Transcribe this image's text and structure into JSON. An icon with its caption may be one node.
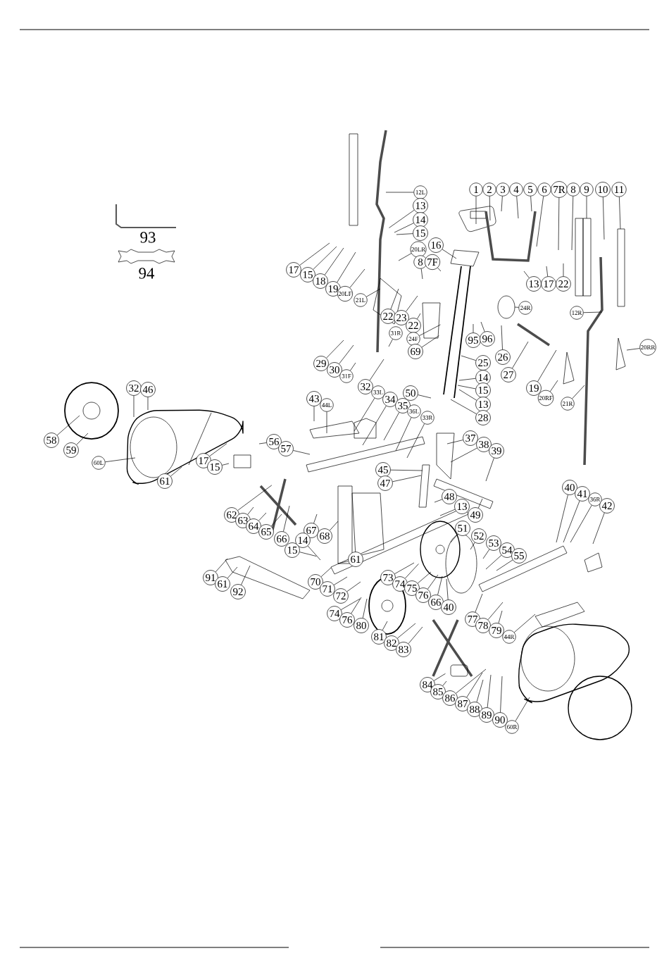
{
  "diagram": {
    "nodes": [
      {
        "text": [
          "12L"
        ]
      },
      {
        "text": [
          "1"
        ]
      },
      {
        "text": [
          "2"
        ]
      },
      {
        "text": [
          "3"
        ]
      },
      {
        "text": [
          "4"
        ]
      },
      {
        "text": [
          "5"
        ]
      },
      {
        "text": [
          "6"
        ]
      },
      {
        "text": [
          "7R"
        ]
      },
      {
        "text": [
          "8"
        ]
      },
      {
        "text": [
          "9"
        ]
      },
      {
        "text": [
          "10"
        ]
      },
      {
        "text": [
          "11"
        ]
      },
      {
        "text": [
          "13"
        ]
      },
      {
        "text": [
          "14"
        ]
      },
      {
        "text": [
          "15"
        ]
      },
      {
        "text": [
          "16"
        ]
      },
      {
        "text": [
          "20LR"
        ]
      },
      {
        "text": [
          "8"
        ]
      },
      {
        "text": [
          "7F"
        ]
      },
      {
        "text": [
          "17"
        ]
      },
      {
        "text": [
          "15"
        ]
      },
      {
        "text": [
          "18"
        ]
      },
      {
        "text": [
          "19"
        ]
      },
      {
        "text": [
          "20LF"
        ]
      },
      {
        "text": [
          "21L"
        ]
      },
      {
        "text": [
          "13"
        ]
      },
      {
        "text": [
          "17"
        ]
      },
      {
        "text": [
          "22"
        ]
      },
      {
        "text": [
          "24R"
        ]
      },
      {
        "text": [
          "12R"
        ]
      },
      {
        "text": [
          "22"
        ]
      },
      {
        "text": [
          "23"
        ]
      },
      {
        "text": [
          "22"
        ]
      },
      {
        "text": [
          "31R"
        ]
      },
      {
        "text": [
          "24F"
        ]
      },
      {
        "text": [
          "69"
        ]
      },
      {
        "text": [
          "95"
        ]
      },
      {
        "text": [
          "96"
        ]
      },
      {
        "text": [
          "20RR"
        ]
      },
      {
        "text": [
          "26"
        ]
      },
      {
        "text": [
          "25"
        ]
      },
      {
        "text": [
          "29"
        ]
      },
      {
        "text": [
          "30"
        ]
      },
      {
        "text": [
          "27"
        ]
      },
      {
        "text": [
          "31F"
        ]
      },
      {
        "text": [
          "14"
        ]
      },
      {
        "text": [
          "32"
        ]
      },
      {
        "text": [
          "32"
        ]
      },
      {
        "text": [
          "46"
        ]
      },
      {
        "text": [
          "15"
        ]
      },
      {
        "text": [
          "19"
        ]
      },
      {
        "text": [
          "50"
        ]
      },
      {
        "text": [
          "20RF"
        ]
      },
      {
        "text": [
          "43"
        ]
      },
      {
        "text": [
          "21R"
        ]
      },
      {
        "text": [
          "13"
        ]
      },
      {
        "text": [
          "44L"
        ]
      },
      {
        "text": [
          "33L"
        ]
      },
      {
        "text": [
          "34"
        ]
      },
      {
        "text": [
          "35"
        ]
      },
      {
        "text": [
          "36L"
        ]
      },
      {
        "text": [
          "33R"
        ]
      },
      {
        "text": [
          "28"
        ]
      },
      {
        "text": [
          "58"
        ]
      },
      {
        "text": [
          "37"
        ]
      },
      {
        "text": [
          "56"
        ]
      },
      {
        "text": [
          "38"
        ]
      },
      {
        "text": [
          "57"
        ]
      },
      {
        "text": [
          "59"
        ]
      },
      {
        "text": [
          "39"
        ]
      },
      {
        "text": [
          "17"
        ]
      },
      {
        "text": [
          "60L"
        ]
      },
      {
        "text": [
          "15"
        ]
      },
      {
        "text": [
          "45"
        ]
      },
      {
        "text": [
          "61"
        ]
      },
      {
        "text": [
          "47"
        ]
      },
      {
        "text": [
          "40"
        ]
      },
      {
        "text": [
          "41"
        ]
      },
      {
        "text": [
          "48"
        ]
      },
      {
        "text": [
          "36R"
        ]
      },
      {
        "text": [
          "42"
        ]
      },
      {
        "text": [
          "13"
        ]
      },
      {
        "text": [
          "62"
        ]
      },
      {
        "text": [
          "49"
        ]
      },
      {
        "text": [
          "63"
        ]
      },
      {
        "text": [
          "64"
        ]
      },
      {
        "text": [
          "51"
        ]
      },
      {
        "text": [
          "67"
        ]
      },
      {
        "text": [
          "65"
        ]
      },
      {
        "text": [
          "52"
        ]
      },
      {
        "text": [
          "68"
        ]
      },
      {
        "text": [
          "66"
        ]
      },
      {
        "text": [
          "14"
        ]
      },
      {
        "text": [
          "53"
        ]
      },
      {
        "text": [
          "15"
        ]
      },
      {
        "text": [
          "54"
        ]
      },
      {
        "text": [
          "55"
        ]
      },
      {
        "text": [
          "61"
        ]
      },
      {
        "text": [
          "73"
        ]
      },
      {
        "text": [
          "91"
        ]
      },
      {
        "text": [
          "70"
        ]
      },
      {
        "text": [
          "61"
        ]
      },
      {
        "text": [
          "74"
        ]
      },
      {
        "text": [
          "75"
        ]
      },
      {
        "text": [
          "71"
        ]
      },
      {
        "text": [
          "92"
        ]
      },
      {
        "text": [
          "76"
        ]
      },
      {
        "text": [
          "72"
        ]
      },
      {
        "text": [
          "66"
        ]
      },
      {
        "text": [
          "40"
        ]
      },
      {
        "text": [
          "74"
        ]
      },
      {
        "text": [
          "77"
        ]
      },
      {
        "text": [
          "76"
        ]
      },
      {
        "text": [
          "78"
        ]
      },
      {
        "text": [
          "80"
        ]
      },
      {
        "text": [
          "79"
        ]
      },
      {
        "text": [
          "81"
        ]
      },
      {
        "text": [
          "44R"
        ]
      },
      {
        "text": [
          "82"
        ]
      },
      {
        "text": [
          "83"
        ]
      },
      {
        "text": [
          "84"
        ]
      },
      {
        "text": [
          "85"
        ]
      },
      {
        "text": [
          "86"
        ]
      },
      {
        "text": [
          "87"
        ]
      },
      {
        "text": [
          "88"
        ]
      },
      {
        "text": [
          "89"
        ]
      },
      {
        "text": [
          "90"
        ]
      },
      {
        "text": [
          "60R"
        ]
      }
    ],
    "edges": [
      {
        "from": 0,
        "to": null,
        "arrow": "none"
      },
      {
        "from": 1,
        "to": null,
        "arrow": "none"
      },
      {
        "from": 2,
        "to": null,
        "arrow": "none"
      },
      {
        "from": 3,
        "to": null,
        "arrow": "none"
      },
      {
        "from": 4,
        "to": null,
        "arrow": "none"
      },
      {
        "from": 5,
        "to": null,
        "arrow": "none"
      },
      {
        "from": 6,
        "to": null,
        "arrow": "none"
      },
      {
        "from": 7,
        "to": null,
        "arrow": "none"
      },
      {
        "from": 8,
        "to": null,
        "arrow": "none"
      },
      {
        "from": 9,
        "to": null,
        "arrow": "none"
      },
      {
        "from": 10,
        "to": null,
        "arrow": "none"
      },
      {
        "from": 11,
        "to": null,
        "arrow": "none"
      },
      {
        "from": 12,
        "to": null,
        "arrow": "none"
      },
      {
        "from": 13,
        "to": null,
        "arrow": "none"
      },
      {
        "from": 14,
        "to": null,
        "arrow": "none"
      },
      {
        "from": 15,
        "to": null,
        "arrow": "none"
      },
      {
        "from": 16,
        "to": null,
        "arrow": "none"
      },
      {
        "from": 17,
        "to": null,
        "arrow": "none"
      },
      {
        "from": 18,
        "to": null,
        "arrow": "none"
      },
      {
        "from": 19,
        "to": null,
        "arrow": "none"
      },
      {
        "from": 20,
        "to": null,
        "arrow": "none"
      },
      {
        "from": 21,
        "to": null,
        "arrow": "none"
      },
      {
        "from": 22,
        "to": null,
        "arrow": "none"
      },
      {
        "from": 23,
        "to": null,
        "arrow": "none"
      },
      {
        "from": 24,
        "to": null,
        "arrow": "none"
      },
      {
        "from": 25,
        "to": null,
        "arrow": "none"
      },
      {
        "from": 26,
        "to": null,
        "arrow": "none"
      },
      {
        "from": 27,
        "to": null,
        "arrow": "none"
      },
      {
        "from": 28,
        "to": null,
        "arrow": "none"
      },
      {
        "from": 29,
        "to": null,
        "arrow": "none"
      },
      {
        "from": 30,
        "to": null,
        "arrow": "none"
      },
      {
        "from": 31,
        "to": null,
        "arrow": "none"
      },
      {
        "from": 32,
        "to": null,
        "arrow": "none"
      },
      {
        "from": 33,
        "to": null,
        "arrow": "none"
      },
      {
        "from": 34,
        "to": null,
        "arrow": "none"
      },
      {
        "from": 35,
        "to": null,
        "arrow": "none"
      },
      {
        "from": 36,
        "to": null,
        "arrow": "none"
      },
      {
        "from": 37,
        "to": null,
        "arrow": "none"
      },
      {
        "from": 38,
        "to": null,
        "arrow": "none"
      },
      {
        "from": 39,
        "to": null,
        "arrow": "none"
      },
      {
        "from": 40,
        "to": null,
        "arrow": "none"
      },
      {
        "from": 41,
        "to": null,
        "arrow": "none"
      },
      {
        "from": 42,
        "to": null,
        "arrow": "none"
      },
      {
        "from": 43,
        "to": null,
        "arrow": "none"
      },
      {
        "from": 44,
        "to": null,
        "arrow": "none"
      },
      {
        "from": 45,
        "to": null,
        "arrow": "none"
      },
      {
        "from": 46,
        "to": null,
        "arrow": "none"
      },
      {
        "from": 47,
        "to": null,
        "arrow": "none"
      },
      {
        "from": 48,
        "to": null,
        "arrow": "none"
      },
      {
        "from": 49,
        "to": null,
        "arrow": "none"
      },
      {
        "from": 50,
        "to": null,
        "arrow": "none"
      },
      {
        "from": 51,
        "to": null,
        "arrow": "none"
      },
      {
        "from": 52,
        "to": null,
        "arrow": "none"
      },
      {
        "from": 53,
        "to": null,
        "arrow": "none"
      },
      {
        "from": 54,
        "to": null,
        "arrow": "none"
      },
      {
        "from": 55,
        "to": null,
        "arrow": "none"
      },
      {
        "from": 56,
        "to": null,
        "arrow": "none"
      },
      {
        "from": 57,
        "to": null,
        "arrow": "none"
      },
      {
        "from": 58,
        "to": null,
        "arrow": "none"
      },
      {
        "from": 59,
        "to": null,
        "arrow": "none"
      },
      {
        "from": 60,
        "to": null,
        "arrow": "none"
      },
      {
        "from": 61,
        "to": null,
        "arrow": "none"
      },
      {
        "from": 62,
        "to": null,
        "arrow": "none"
      },
      {
        "from": 63,
        "to": null,
        "arrow": "none"
      },
      {
        "from": 64,
        "to": null,
        "arrow": "none"
      },
      {
        "from": 65,
        "to": null,
        "arrow": "none"
      },
      {
        "from": 66,
        "to": null,
        "arrow": "none"
      },
      {
        "from": 67,
        "to": null,
        "arrow": "none"
      },
      {
        "from": 68,
        "to": null,
        "arrow": "none"
      },
      {
        "from": 69,
        "to": null,
        "arrow": "none"
      },
      {
        "from": 70,
        "to": null,
        "arrow": "none"
      },
      {
        "from": 71,
        "to": null,
        "arrow": "none"
      },
      {
        "from": 72,
        "to": null,
        "arrow": "none"
      },
      {
        "from": 73,
        "to": null,
        "arrow": "none"
      },
      {
        "from": 74,
        "to": null,
        "arrow": "none"
      },
      {
        "from": 75,
        "to": null,
        "arrow": "none"
      },
      {
        "from": 76,
        "to": null,
        "arrow": "none"
      },
      {
        "from": 77,
        "to": null,
        "arrow": "none"
      },
      {
        "from": 78,
        "to": null,
        "arrow": "none"
      },
      {
        "from": 79,
        "to": null,
        "arrow": "none"
      },
      {
        "from": 80,
        "to": null,
        "arrow": "none"
      },
      {
        "from": 81,
        "to": null,
        "arrow": "none"
      },
      {
        "from": 82,
        "to": null,
        "arrow": "none"
      },
      {
        "from": 83,
        "to": null,
        "arrow": "none"
      },
      {
        "from": 84,
        "to": null,
        "arrow": "none"
      },
      {
        "from": 85,
        "to": null,
        "arrow": "none"
      },
      {
        "from": 86,
        "to": null,
        "arrow": "none"
      },
      {
        "from": 87,
        "to": null,
        "arrow": "none"
      },
      {
        "from": 88,
        "to": null,
        "arrow": "none"
      },
      {
        "from": 89,
        "to": null,
        "arrow": "none"
      },
      {
        "from": 90,
        "to": null,
        "arrow": "none"
      },
      {
        "from": 91,
        "to": null,
        "arrow": "none"
      },
      {
        "from": 92,
        "to": null,
        "arrow": "none"
      },
      {
        "from": 93,
        "to": null,
        "arrow": "none"
      },
      {
        "from": 94,
        "to": null,
        "arrow": "none"
      },
      {
        "from": 95,
        "to": null,
        "arrow": "none"
      },
      {
        "from": 96,
        "to": null,
        "arrow": "none"
      },
      {
        "from": 97,
        "to": null,
        "arrow": "none"
      },
      {
        "from": 98,
        "to": null,
        "arrow": "none"
      },
      {
        "from": 99,
        "to": null,
        "arrow": "none"
      },
      {
        "from": 100,
        "to": null,
        "arrow": "none"
      },
      {
        "from": 101,
        "to": null,
        "arrow": "none"
      },
      {
        "from": 102,
        "to": null,
        "arrow": "none"
      },
      {
        "from": 103,
        "to": null,
        "arrow": "none"
      },
      {
        "from": 104,
        "to": null,
        "arrow": "none"
      },
      {
        "from": 105,
        "to": null,
        "arrow": "none"
      },
      {
        "from": 106,
        "to": null,
        "arrow": "none"
      },
      {
        "from": 107,
        "to": null,
        "arrow": "none"
      },
      {
        "from": 108,
        "to": null,
        "arrow": "none"
      },
      {
        "from": 109,
        "to": null,
        "arrow": "none"
      },
      {
        "from": 110,
        "to": null,
        "arrow": "none"
      },
      {
        "from": 111,
        "to": null,
        "arrow": "none"
      },
      {
        "from": 112,
        "to": null,
        "arrow": "none"
      },
      {
        "from": 113,
        "to": null,
        "arrow": "none"
      },
      {
        "from": 114,
        "to": null,
        "arrow": "none"
      },
      {
        "from": 115,
        "to": null,
        "arrow": "none"
      },
      {
        "from": 116,
        "to": null,
        "arrow": "none"
      },
      {
        "from": 117,
        "to": null,
        "arrow": "none"
      },
      {
        "from": 118,
        "to": null,
        "arrow": "none"
      },
      {
        "from": 119,
        "to": null,
        "arrow": "none"
      },
      {
        "from": 120,
        "to": null,
        "arrow": "none"
      },
      {
        "from": 121,
        "to": null,
        "arrow": "none"
      },
      {
        "from": 122,
        "to": null,
        "arrow": "none"
      },
      {
        "from": 123,
        "to": null,
        "arrow": "none"
      },
      {
        "from": 124,
        "to": null,
        "arrow": "none"
      },
      {
        "from": 125,
        "to": null,
        "arrow": "none"
      },
      {
        "from": 126,
        "to": null,
        "arrow": "none"
      },
      {
        "from": 127,
        "to": null,
        "arrow": "none"
      }
    ],
    "labels": [
      "93",
      "94"
    ]
  }
}
